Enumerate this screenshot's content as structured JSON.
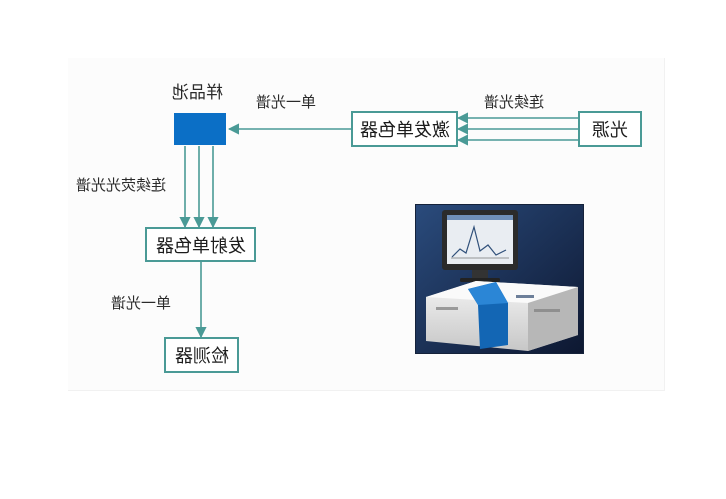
{
  "diagram": {
    "boxes": {
      "light_source": "光源",
      "excitation_monochromator": "激发单色器",
      "sample_cell": "样品池",
      "emission_monochromator": "发射单色器",
      "detector": "检测器"
    },
    "labels": {
      "continuous_spectrum": "连续光谱",
      "single_spectrum_top": "单一光谱",
      "continuous_fluorescence": "连续荧光光谱",
      "single_spectrum_bottom": "单一光谱"
    }
  },
  "colors": {
    "box_border": "#4a9a96",
    "arrow": "#4a9a96",
    "sample_cell_fill": "#0b6fc6",
    "instrument_accent": "#1366b4"
  },
  "photo": {
    "subject": "fluorescence-spectrophotometer-with-monitor"
  }
}
